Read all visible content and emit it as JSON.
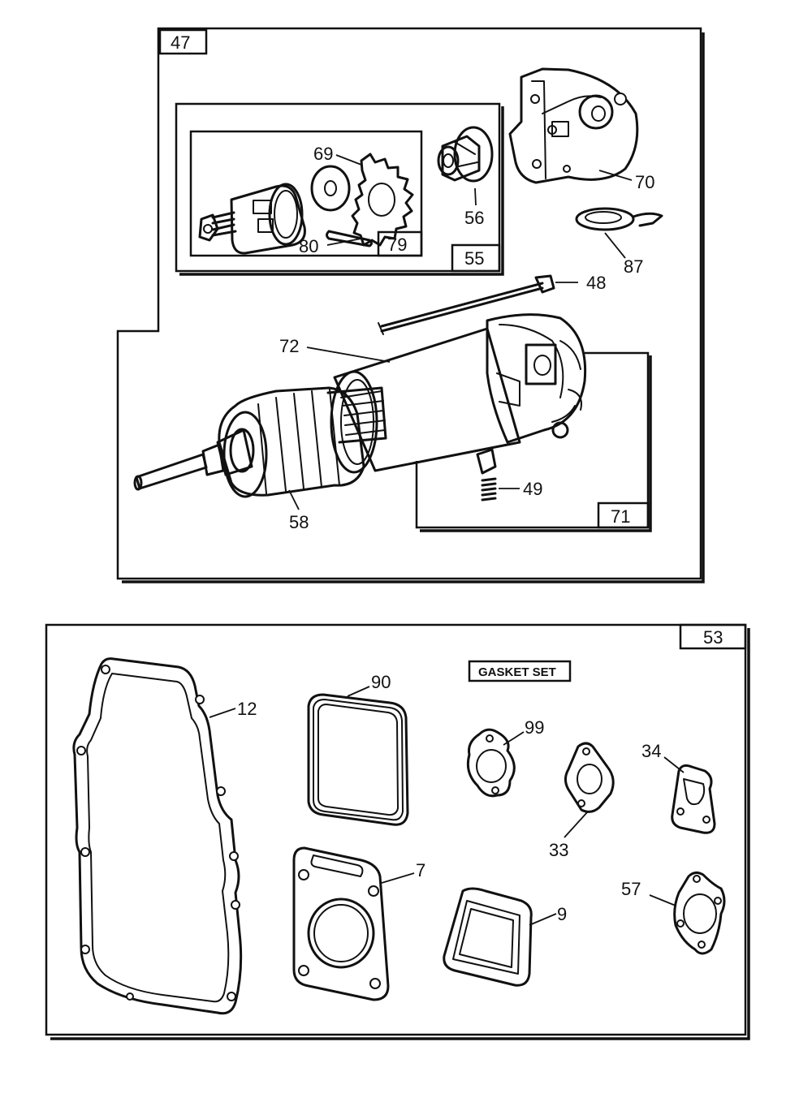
{
  "boxes": {
    "starter_kit": "47",
    "drive_assembly": "55",
    "drive_subkit": "79",
    "brush_kit": "71",
    "gasket_kit": "53"
  },
  "gasket_set_title": "GASKET SET",
  "labels": {
    "p69": "69",
    "p56": "56",
    "p70": "70",
    "p80": "80",
    "p87": "87",
    "p48": "48",
    "p72": "72",
    "p49": "49",
    "p58": "58",
    "p90": "90",
    "p12": "12",
    "p99": "99",
    "p34": "34",
    "p33": "33",
    "p7": "7",
    "p9": "9",
    "p57": "57"
  }
}
